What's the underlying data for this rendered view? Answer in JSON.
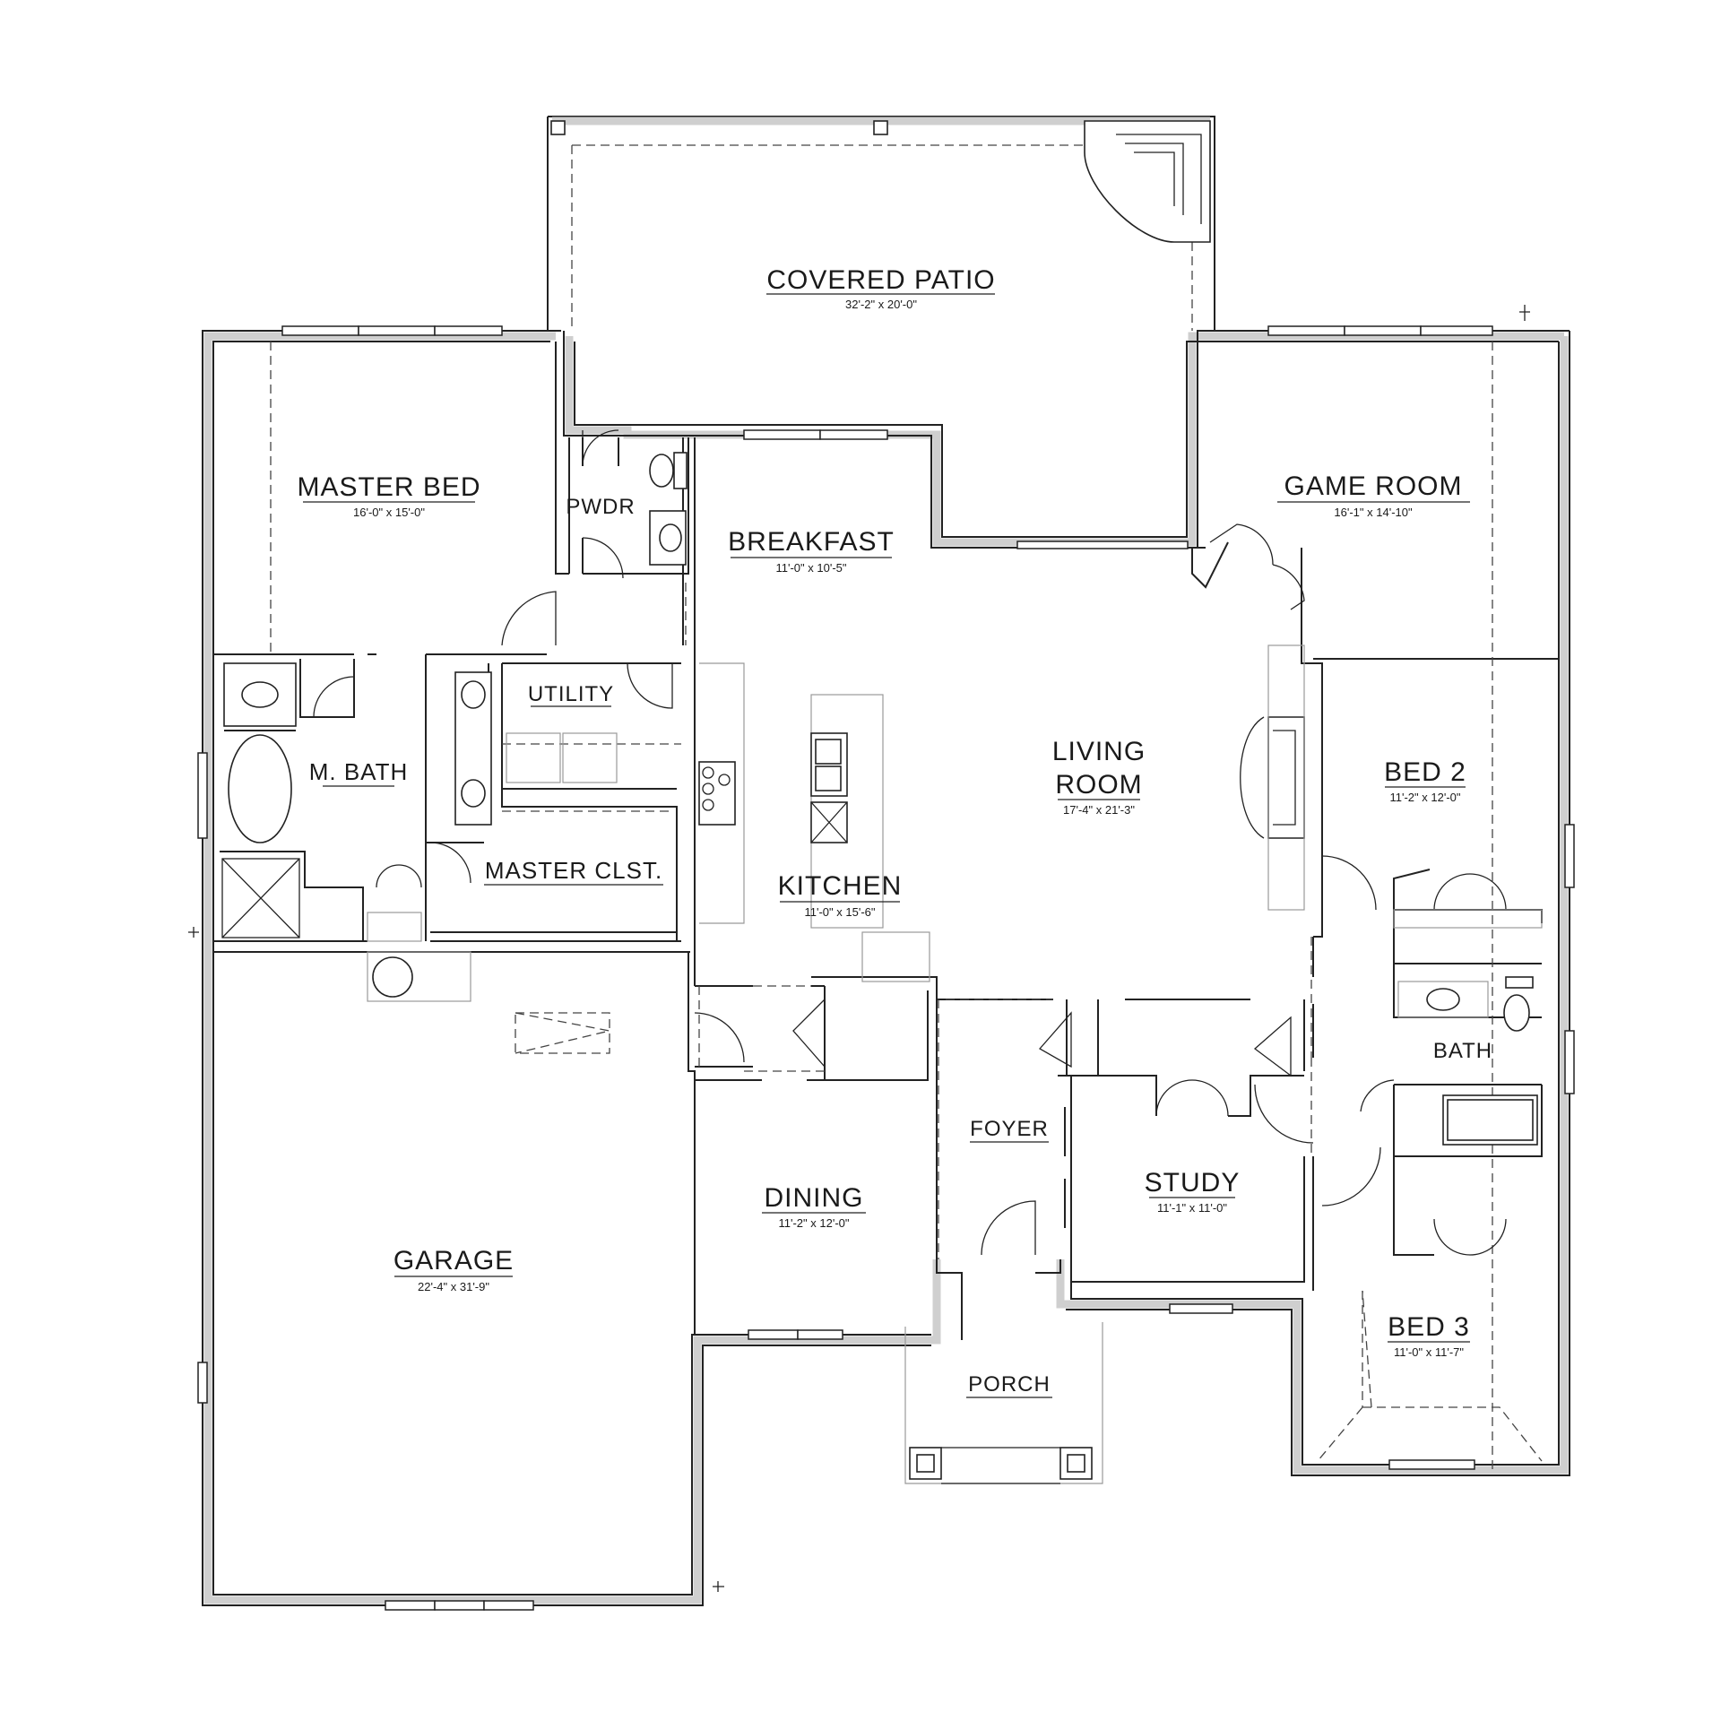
{
  "rooms": {
    "covered_patio": {
      "name": "COVERED PATIO",
      "dim": "32'-2\" x 20'-0\""
    },
    "master_bed": {
      "name": "MASTER BED",
      "dim": "16'-0\" x 15'-0\""
    },
    "pwdr": {
      "name": "PWDR"
    },
    "breakfast": {
      "name": "BREAKFAST",
      "dim": "11'-0\" x 10'-5\""
    },
    "game_room": {
      "name": "GAME ROOM",
      "dim": "16'-1\" x 14'-10\""
    },
    "utility": {
      "name": "UTILITY"
    },
    "m_bath": {
      "name": "M. BATH"
    },
    "living_room": {
      "name_line1": "LIVING",
      "name_line2": "ROOM",
      "dim": "17'-4\" x 21'-3\""
    },
    "bed2": {
      "name": "BED 2",
      "dim": "11'-2\" x 12'-0\""
    },
    "master_clst": {
      "name": "MASTER CLST."
    },
    "kitchen": {
      "name": "KITCHEN",
      "dim": "11'-0\" x 15'-6\""
    },
    "bath": {
      "name": "BATH"
    },
    "foyer": {
      "name": "FOYER"
    },
    "dining": {
      "name": "DINING",
      "dim": "11'-2\" x 12'-0\""
    },
    "study": {
      "name": "STUDY",
      "dim": "11'-1\" x 11'-0\""
    },
    "garage": {
      "name": "GARAGE",
      "dim": "22'-4\" x 31'-9\""
    },
    "bed3": {
      "name": "BED 3",
      "dim": "11'-0\" x 11'-7\""
    },
    "porch": {
      "name": "PORCH"
    }
  }
}
